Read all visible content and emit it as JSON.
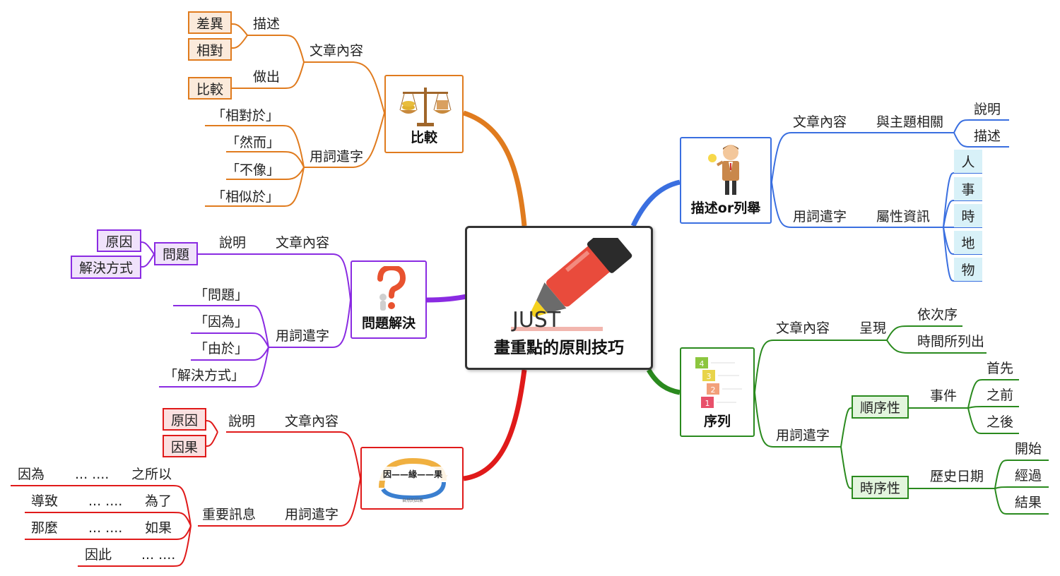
{
  "center": {
    "title": "畫重點的原則技巧",
    "logo_text": "JUST"
  },
  "colors": {
    "compare": "#e07b1e",
    "problem": "#8a2be2",
    "cause": "#e01a1a",
    "describe": "#3a6fe0",
    "sequence": "#2a8a1e"
  },
  "compare": {
    "title": "比較",
    "content": "文章內容",
    "words": "用詞遣字",
    "describe": "描述",
    "do": "做出",
    "diff": "差異",
    "relative": "相對",
    "compare_box": "比較",
    "w1": "「相對於」",
    "w2": "「然而」",
    "w3": "「不像」",
    "w4": "「相似於」"
  },
  "problem": {
    "title": "問題解決",
    "content": "文章內容",
    "explain": "說明",
    "question": "問題",
    "cause": "原因",
    "solution": "解決方式",
    "words": "用詞遣字",
    "w1": "「問題」",
    "w2": "「因為」",
    "w3": "「由於」",
    "w4": "「解決方式」"
  },
  "cause": {
    "title_small": "因——緣——果",
    "caption": "自然的因素",
    "content": "文章內容",
    "explain": "說明",
    "reason": "原因",
    "result": "因果",
    "words": "用詞遣字",
    "important": "重要訊息",
    "rows": [
      {
        "a": "因為",
        "b": "... ....",
        "c": "之所以"
      },
      {
        "a": "導致",
        "b": "... ....",
        "c": "為了"
      },
      {
        "a": "那麼",
        "b": "... ....",
        "c": "如果"
      },
      {
        "a": "因此",
        "b": "... ...."
      }
    ]
  },
  "describe": {
    "title": "描述or列舉",
    "content": "文章內容",
    "related": "與主題相關",
    "d1": "說明",
    "d2": "描述",
    "words": "用詞遣字",
    "attr": "屬性資訊",
    "attrs": [
      "人",
      "事",
      "時",
      "地",
      "物"
    ]
  },
  "sequence": {
    "title": "序列",
    "content": "文章內容",
    "show": "呈現",
    "s1": "依次序",
    "s2": "時間所列出",
    "words": "用詞遣字",
    "order": "順序性",
    "event": "事件",
    "e1": "首先",
    "e2": "之前",
    "e3": "之後",
    "time": "時序性",
    "history": "歷史日期",
    "h1": "開始",
    "h2": "經過",
    "h3": "結果",
    "steps": [
      "4",
      "3",
      "2",
      "1"
    ]
  }
}
